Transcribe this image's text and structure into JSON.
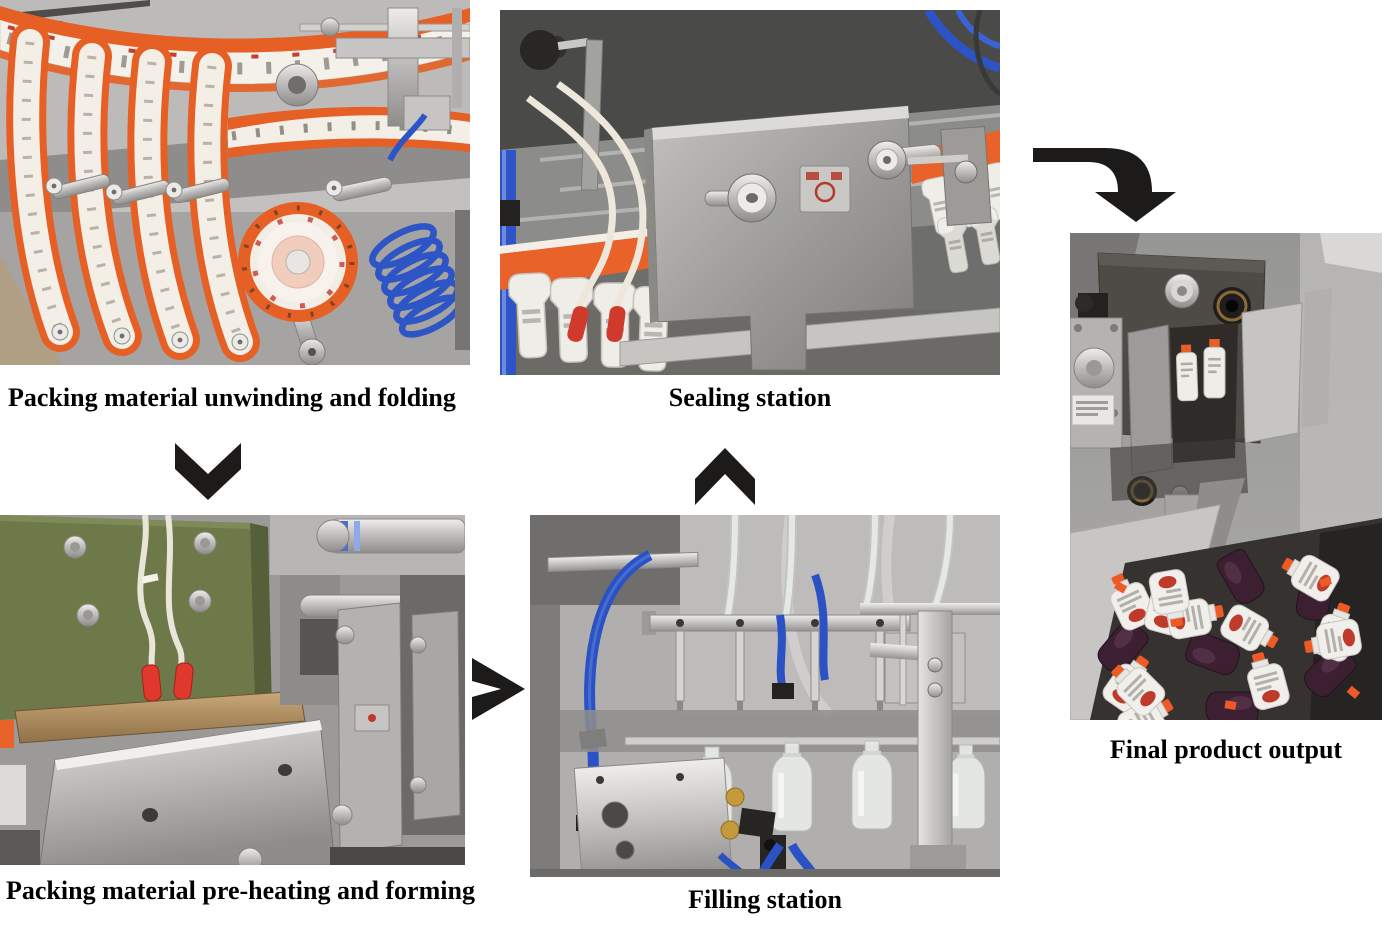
{
  "diagram": {
    "type": "process-flow",
    "title": "",
    "steps": [
      {
        "id": "unwinding",
        "label": "Packing material unwinding and folding"
      },
      {
        "id": "preheating",
        "label": "Packing material pre-heating and forming"
      },
      {
        "id": "filling",
        "label": "Filling station"
      },
      {
        "id": "sealing",
        "label": "Sealing station"
      },
      {
        "id": "output",
        "label": "Final product output"
      }
    ],
    "flow_order": [
      "unwinding",
      "preheating",
      "filling",
      "sealing",
      "output"
    ],
    "arrows": [
      {
        "name": "down-chevron-arrow",
        "from": "unwinding",
        "to": "preheating",
        "direction": "down"
      },
      {
        "name": "right-chevron-arrow",
        "from": "preheating",
        "to": "filling",
        "direction": "right"
      },
      {
        "name": "up-chevron-arrow",
        "from": "filling",
        "to": "sealing",
        "direction": "up"
      },
      {
        "name": "bent-arrow",
        "from": "sealing",
        "to": "output",
        "direction": "right-then-down"
      }
    ],
    "colors": {
      "background": "#ffffff",
      "arrow": "#1d1b1a",
      "label_text": "#000000",
      "film_orange": "#e65f24",
      "pneumatic_blue": "#2a52c4",
      "board_green": "#6d7948",
      "cap_orange": "#ee5a26",
      "pouch_purple": "#3c1f31",
      "steel_gray": "#a5a4a2"
    }
  }
}
